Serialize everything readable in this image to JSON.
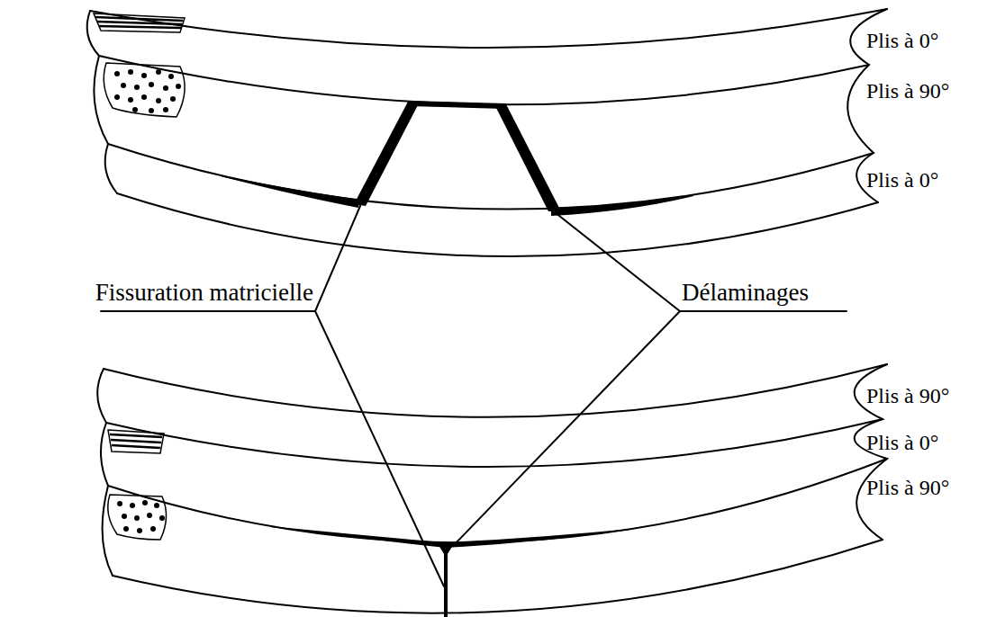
{
  "diagram": {
    "labels": [
      "Plis à 0°",
      "Plis à 90°",
      "Plis à 0°",
      "Fissuration matricielle",
      "Délaminages",
      "Plis à 90°",
      "Plis à 0°",
      "Plis à 90°"
    ]
  }
}
